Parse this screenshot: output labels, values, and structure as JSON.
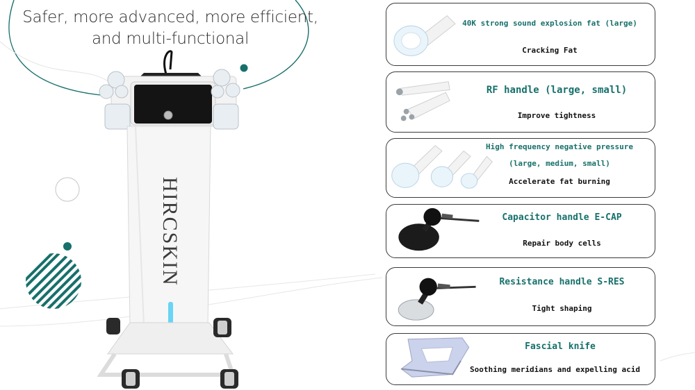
{
  "headline": {
    "line1": "Safer, more advanced, more efficient,",
    "line2": "and multi-functional"
  },
  "machine": {
    "brand": "HIRCSKIN"
  },
  "handles": [
    {
      "title": "40K strong sound explosion fat (large)",
      "subtitle": "Cracking Fat",
      "icon": "cavitation-handle-icon"
    },
    {
      "title": "RF handle (large, small)",
      "subtitle": "Improve tightness",
      "icon": "rf-handle-icon"
    },
    {
      "title": "High frequency negative pressure",
      "title2": "(large, medium, small)",
      "subtitle": "Accelerate fat burning",
      "icon": "vacuum-handle-icon"
    },
    {
      "title": "Capacitor handle E-CAP",
      "subtitle": "Repair body cells",
      "icon": "capacitor-handle-icon"
    },
    {
      "title": "Resistance handle S-RES",
      "subtitle": "Tight shaping",
      "icon": "resistance-handle-icon"
    },
    {
      "title": "Fascial knife",
      "subtitle": "Soothing meridians and expelling acid",
      "icon": "fascial-knife-icon"
    }
  ],
  "colors": {
    "accent": "#17706b",
    "text": "#2b2b2b",
    "border": "#3a3a3a"
  }
}
